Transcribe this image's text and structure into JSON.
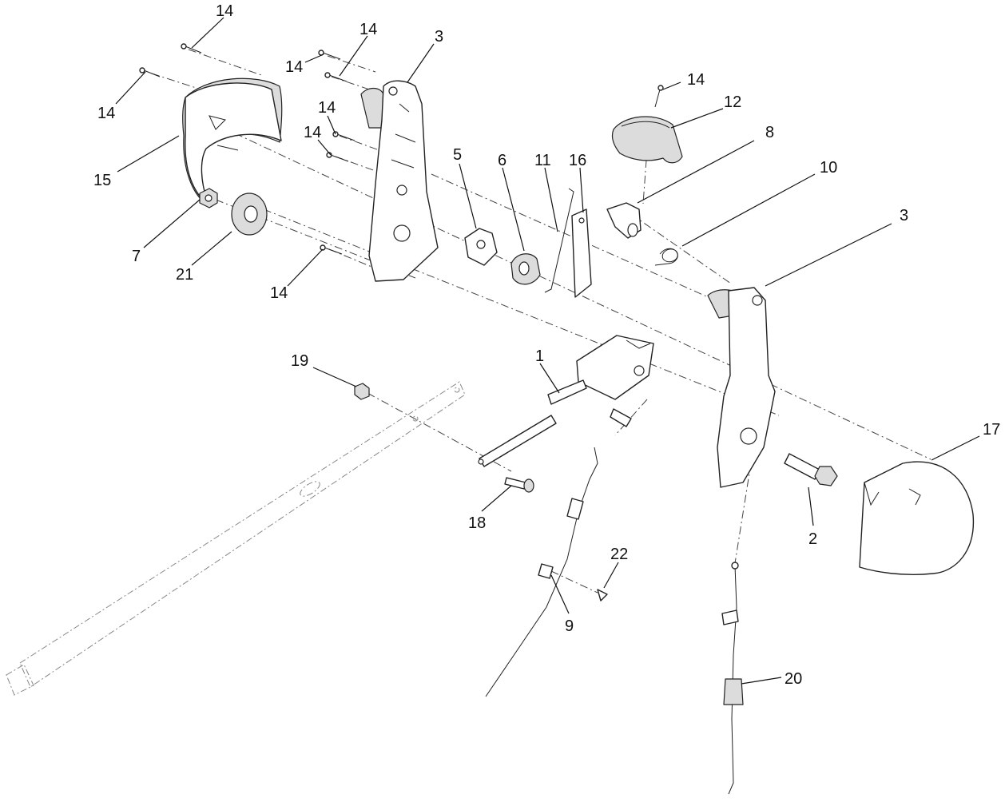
{
  "callouts": {
    "c14a": "14",
    "c14b": "14",
    "c14c": "14",
    "c14d": "14",
    "c14e": "14",
    "c14f": "14",
    "c14g": "14",
    "c14h": "14",
    "c3a": "3",
    "c3b": "3",
    "c15": "15",
    "c7": "7",
    "c21": "21",
    "c5": "5",
    "c6": "6",
    "c11": "11",
    "c16": "16",
    "c12": "12",
    "c8": "8",
    "c10": "10",
    "c19": "19",
    "c1": "1",
    "c18": "18",
    "c9": "9",
    "c22": "22",
    "c2": "2",
    "c17": "17",
    "c20": "20"
  }
}
